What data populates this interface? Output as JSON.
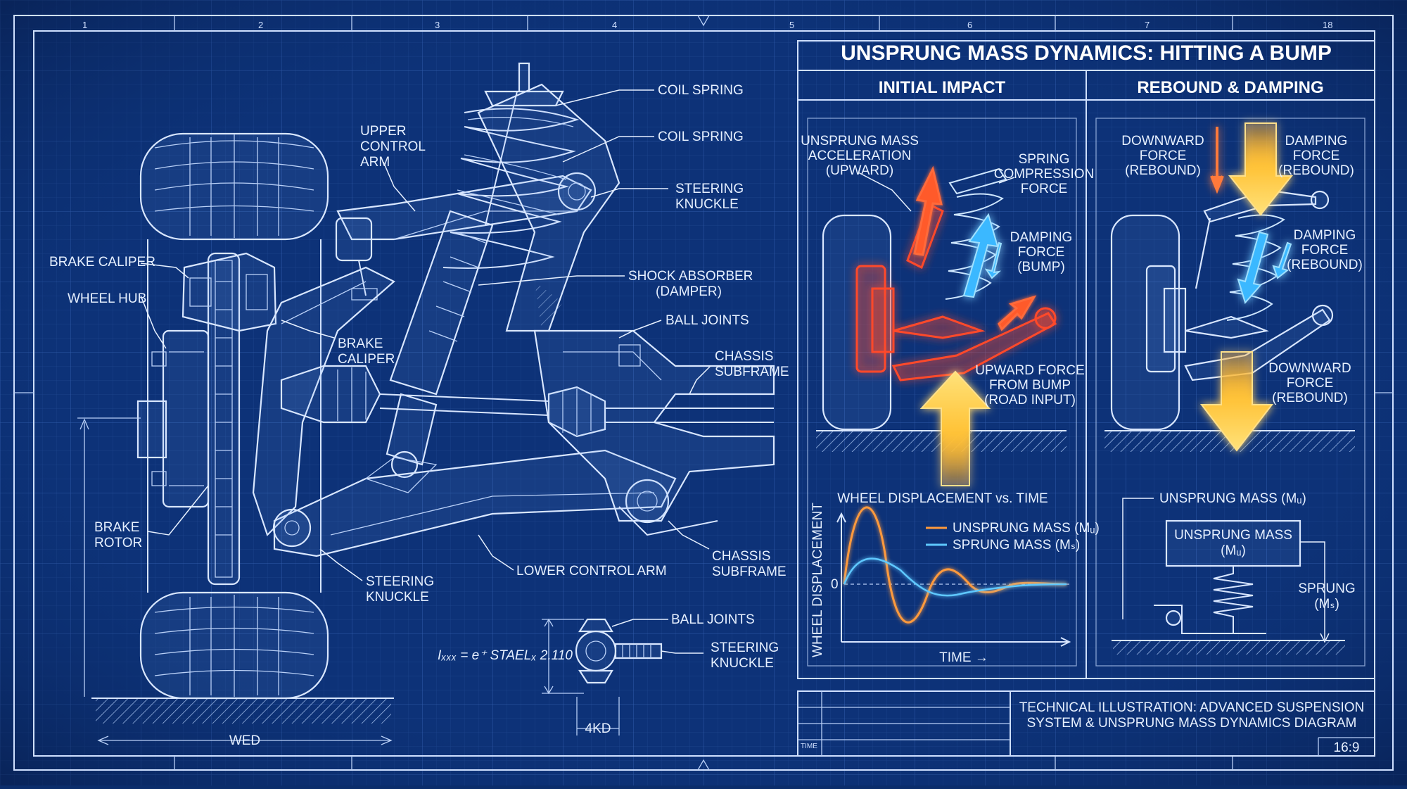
{
  "ruler": [
    "1",
    "2",
    "3",
    "4",
    "5",
    "6",
    "7",
    "18"
  ],
  "left_labels": {
    "coil_spring_top": "COIL SPRING",
    "coil_spring_mid": "COIL SPRING",
    "upper_control_arm": [
      "UPPER",
      "CONTROL",
      "ARM"
    ],
    "steering_knuckle_top": [
      "STEERING",
      "KNUCKLE"
    ],
    "brake_caliper_left": "BRAKE CALIPER",
    "wheel_hub": "WHEEL HUB",
    "shock_absorber": [
      "SHOCK ABSORBER",
      "(DAMPER)"
    ],
    "brake_caliper_mid": [
      "BRAKE",
      "CALIPER"
    ],
    "ball_joints_top": "BALL JOINTS",
    "chassis_subframe_top": [
      "CHASSIS",
      "SUBFRAME"
    ],
    "brake_rotor": [
      "BRAKE",
      "ROTOR"
    ],
    "chassis_subframe_bottom": [
      "CHASSIS",
      "SUBFRAME"
    ],
    "lower_control_arm": "LOWER CONTROL ARM",
    "steering_knuckle_bottom": [
      "STEERING",
      "KNUCKLE"
    ],
    "ball_joints_bottom": "BALL JOINTS",
    "steering_knuckle_detail": [
      "STEERING",
      "KNUCKLE"
    ],
    "formula": "Iₓₓₓ = e⁺ STAELₓ  2.110",
    "dim_4kd": "4KD",
    "dim_wed": "WED"
  },
  "right_panel": {
    "title": "UNSPRUNG MASS DYNAMICS: HITTING A BUMP",
    "col1_title": "INITIAL IMPACT",
    "col2_title": "REBOUND & DAMPING",
    "impact": {
      "accel": [
        "UNSPRUNG MASS",
        "ACCELERATION",
        "(UPWARD)"
      ],
      "spring": [
        "SPRING",
        "COMPRESSION",
        "FORCE"
      ],
      "damping": [
        "DAMPING",
        "FORCE",
        "(BUMP)"
      ],
      "road": [
        "UPWARD FORCE",
        "FROM BUMP",
        "(ROAD INPUT)"
      ]
    },
    "rebound": {
      "down_left": [
        "DOWNWARD",
        "FORCE",
        "(REBOUND)"
      ],
      "damp_top": [
        "DAMPING",
        "FORCE",
        "(REBOUND)"
      ],
      "damp_mid": [
        "DAMPING",
        "FORCE",
        "(REBOUND)"
      ],
      "down_bottom": [
        "DOWNWARD",
        "FORCE",
        "(REBOUND)"
      ]
    },
    "graph": {
      "title": "WHEEL DISPLACEMENT vs. TIME",
      "ylabel": "WHEEL DISPLACEMENT",
      "xlabel": "TIME →",
      "zero": "0",
      "legend_unsprung": "UNSPRUNG MASS (Mᵤ)",
      "legend_sprung": "SPRUNG MASS (Mₛ)"
    },
    "model": {
      "top": "UNSPRUNG MASS (Mᵤ)",
      "box": [
        "UNSPRUNG MASS",
        "(Mᵤ)"
      ],
      "sprung": [
        "SPRUNG",
        "(Mₛ)"
      ]
    },
    "title_block": {
      "desc": [
        "TECHNICAL ILLUSTRATION: ADVANCED SUSPENSION",
        "SYSTEM & UNSPRUNG MASS DYNAMICS DIAGRAM"
      ],
      "time": "TIME",
      "ratio": "16:9"
    }
  },
  "colors": {
    "background": "#0b2d6b",
    "line": "#d8e6ff",
    "unsprung_curve": "#ff9a3c",
    "sprung_curve": "#5ec8ff",
    "hot_red": "#ff4a2a",
    "arrow_yellow": "#ffc43a",
    "arrow_blue": "#3ab8ff"
  },
  "icons": [
    "coil-spring-icon",
    "shock-absorber-icon",
    "wheel-icon",
    "brake-rotor-icon",
    "control-arm-icon",
    "ball-joint-icon",
    "arrow-icon"
  ]
}
